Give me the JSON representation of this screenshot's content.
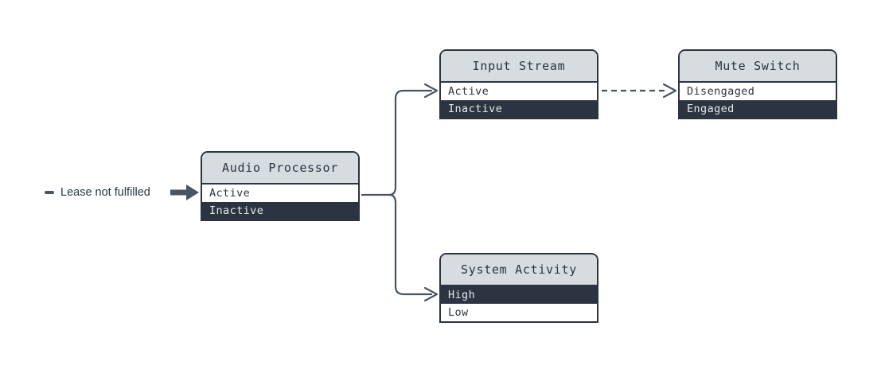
{
  "diagram": {
    "type": "state-machine-flow",
    "colors": {
      "header_bg": "#d7dce1",
      "row_active_bg": "#2b3440",
      "row_active_text": "#e8eaed",
      "row_inactive_bg": "#ffffff",
      "row_inactive_text": "#2b3440",
      "border": "#2b3440",
      "connector": "#4a5563",
      "canvas_bg": "#ffffff"
    },
    "entry": {
      "stub_icon": "line-stub-icon",
      "label": "Lease not fulfilled",
      "arrow_icon": "solid-arrow-right-icon"
    },
    "nodes": [
      {
        "id": "audio-processor",
        "title": "Audio Processor",
        "rows": [
          {
            "label": "Active",
            "selected": false
          },
          {
            "label": "Inactive",
            "selected": true
          }
        ]
      },
      {
        "id": "input-stream",
        "title": "Input Stream",
        "rows": [
          {
            "label": "Active",
            "selected": false
          },
          {
            "label": "Inactive",
            "selected": true
          }
        ]
      },
      {
        "id": "mute-switch",
        "title": "Mute Switch",
        "rows": [
          {
            "label": "Disengaged",
            "selected": false
          },
          {
            "label": "Engaged",
            "selected": true
          }
        ]
      },
      {
        "id": "system-activity",
        "title": "System Activity",
        "rows": [
          {
            "label": "High",
            "selected": true
          },
          {
            "label": "Low",
            "selected": false
          }
        ]
      }
    ],
    "connectors": [
      {
        "id": "entry-to-audio-processor",
        "from": "entry",
        "to": "audio-processor",
        "style": "solid",
        "arrow": "solid"
      },
      {
        "id": "audio-processor-to-input-stream",
        "from": "audio-processor",
        "to": "input-stream",
        "style": "solid",
        "arrow": "open"
      },
      {
        "id": "audio-processor-to-system-activity",
        "from": "audio-processor",
        "to": "system-activity",
        "style": "solid",
        "arrow": "open"
      },
      {
        "id": "input-stream-to-mute-switch",
        "from": "input-stream",
        "to": "mute-switch",
        "style": "dashed",
        "arrow": "open"
      }
    ]
  }
}
